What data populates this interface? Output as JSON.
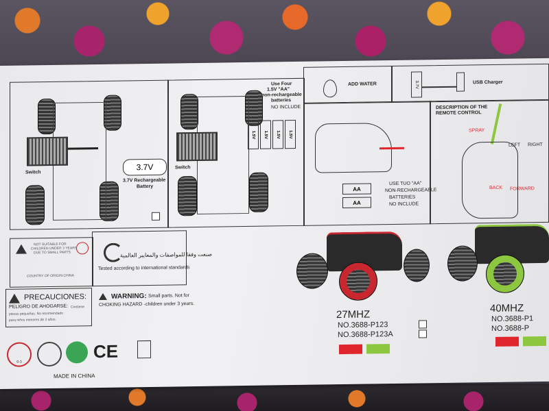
{
  "panels": {
    "battery_install": {
      "switch_label": "Switch",
      "battery_label": "3.7V",
      "battery_caption_1": "3.7V Rechargeable",
      "battery_caption_2": "Battery"
    },
    "aa_install": {
      "note_1": "Use Four",
      "note_2": "1.5V \"AA\"",
      "note_3": "non-rechargeable",
      "note_4": "batteries",
      "note_5": "NO INCLUDE",
      "switch_label": "Switch",
      "cell_labels": [
        "1.5V",
        "1.5V",
        "1.5V",
        "1.5V"
      ]
    },
    "add_water": {
      "label": "ADD WATER"
    },
    "usb_charger": {
      "label": "USB Charger",
      "battery_label": "3.7V"
    },
    "controller_batteries": {
      "cell_label": "AA",
      "caption_1": "USE TUO \"AA\"",
      "caption_2": "NON-RECHARGEABLE",
      "caption_3": "BATTERIES",
      "caption_4": "NO INCLUDE"
    },
    "remote_description": {
      "title_1": "DESCRIPTION OF THE",
      "title_2": "REMOTE CONTROL",
      "spray": "SPRAY",
      "left": "LEFT",
      "right": "RIGHT",
      "back": "BACK",
      "forward": "FORWARD"
    }
  },
  "warnings": {
    "small_box_lines": [
      "NOT SUITABLE FOR",
      "CHILDREN UNDER 3 YEARS",
      "DUE TO SMALL PARTS"
    ],
    "country_line": "COUNTRY OF ORIGIN:CHINA",
    "standards_arabic": "صنعت وفقا للمواصفات والمعايير العالمية",
    "standards_english": "Tested according to international standards",
    "precauciones_title": "PRECAUCIONES:",
    "precauciones_line_1": "PELIGRO DE AHOGARSE:",
    "precauciones_line_1_rest": "Contiene",
    "precauciones_line_2": "piezas pequeñas. No recomendado",
    "precauciones_line_3": "para niños menores de 3 años.",
    "warning_title": "WARNING:",
    "warning_rest": "Small parts. Not for",
    "choking_label": "CHOKING HAZARD -",
    "choking_rest": "children under 3 years.",
    "age_badge": "0-3",
    "ce_mark": "CE",
    "made_in": "MADE IN CHINA"
  },
  "products": [
    {
      "frequency": "27MHZ",
      "model_1": "NO.3688-P123",
      "model_2": "NO.3688-P123A",
      "accent_color": "#c8272f",
      "swatches": [
        "#e0262c",
        "#8dc63f"
      ]
    },
    {
      "frequency": "40MHZ",
      "model_1": "NO.3688-P1",
      "model_2": "NO.3688-P",
      "accent_color": "#8dc63f",
      "swatches": [
        "#e0262c",
        "#8dc63f"
      ]
    }
  ]
}
